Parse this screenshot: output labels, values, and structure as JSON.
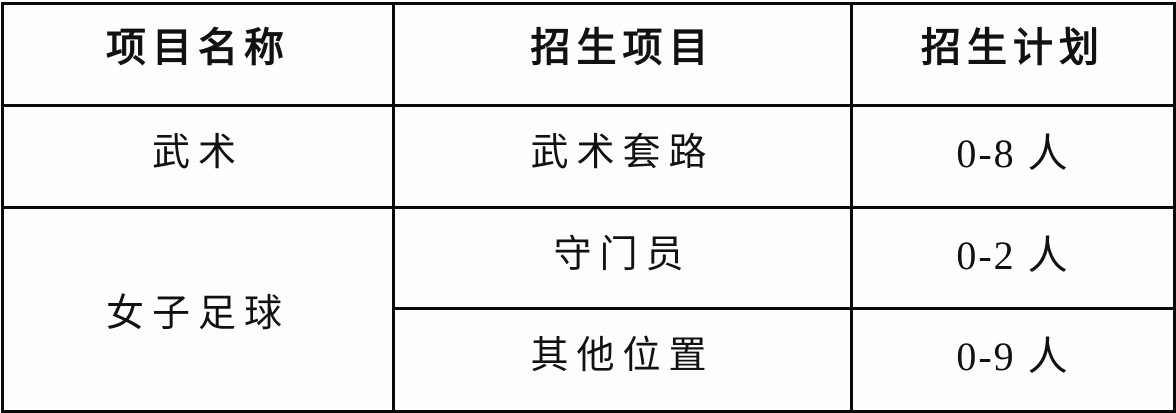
{
  "table": {
    "headers": [
      "项目名称",
      "招生项目",
      "招生计划"
    ],
    "rows": [
      {
        "project": "武术",
        "recruit_item": "武术套路",
        "plan": "0-8 人"
      },
      {
        "project": "女子足球",
        "recruit_item": "守门员",
        "plan": "0-2 人"
      },
      {
        "project": "女子足球",
        "recruit_item": "其他位置",
        "plan": "0-9 人"
      }
    ],
    "merged_cells": [
      {
        "column": "project",
        "value": "女子足球",
        "row_span": [
          1,
          2
        ]
      }
    ]
  },
  "colors": {
    "border": "#0a0a0a",
    "text": "#111111",
    "background": "#fdfdfd"
  }
}
